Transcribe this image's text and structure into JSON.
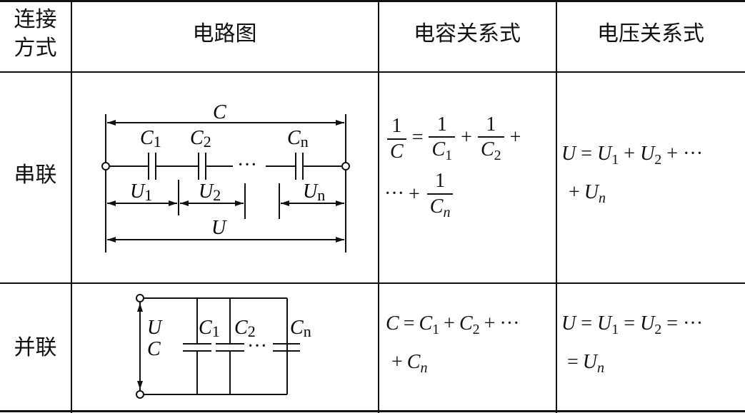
{
  "headers": {
    "connection": "连接方式",
    "connection_line1": "连接",
    "connection_line2": "方式",
    "circuit": "电路图",
    "capacitance": "电容关系式",
    "voltage": "电压关系式"
  },
  "rows": [
    {
      "type": "串联",
      "diagram_labels": {
        "C": "C",
        "C1": "C",
        "C1_sub": "1",
        "C2": "C",
        "C2_sub": "2",
        "Cn": "C",
        "Cn_sub": "n",
        "dots": "···",
        "U1": "U",
        "U1_sub": "1",
        "U2": "U",
        "U2_sub": "2",
        "Un": "U",
        "Un_sub": "n",
        "U": "U"
      },
      "capacitance": {
        "lhs_num": "1",
        "lhs_den": "C",
        "eq": "=",
        "t1_num": "1",
        "t1_den": "C",
        "t1_sub": "1",
        "plus1": "+",
        "t2_num": "1",
        "t2_den": "C",
        "t2_sub": "2",
        "plus2": "+",
        "dots": "···",
        "plus3": "+",
        "tn_num": "1",
        "tn_den": "C",
        "tn_sub": "n"
      },
      "voltage": {
        "U": "U",
        "eq": "=",
        "U1": "U",
        "U1_sub": "1",
        "plus1": "+",
        "U2": "U",
        "U2_sub": "2",
        "plus2": "+",
        "dots": "···",
        "plus3": "+",
        "Un": "U",
        "Un_sub": "n"
      }
    },
    {
      "type": "并联",
      "diagram_labels": {
        "U": "U",
        "C": "C",
        "C1": "C",
        "C1_sub": "1",
        "C2": "C",
        "C2_sub": "2",
        "Cn": "C",
        "Cn_sub": "n",
        "dots": "···"
      },
      "capacitance": {
        "C": "C",
        "eq": "=",
        "C1": "C",
        "C1_sub": "1",
        "plus1": "+",
        "C2": "C",
        "C2_sub": "2",
        "plus2": "+",
        "dots": "···",
        "plus3": "+",
        "Cn": "C",
        "Cn_sub": "n"
      },
      "voltage": {
        "U": "U",
        "eq1": "=",
        "U1": "U",
        "U1_sub": "1",
        "eq2": "=",
        "U2": "U",
        "U2_sub": "2",
        "eq3": "=",
        "dots": "···",
        "eq4": "=",
        "Un": "U",
        "Un_sub": "n"
      }
    }
  ]
}
